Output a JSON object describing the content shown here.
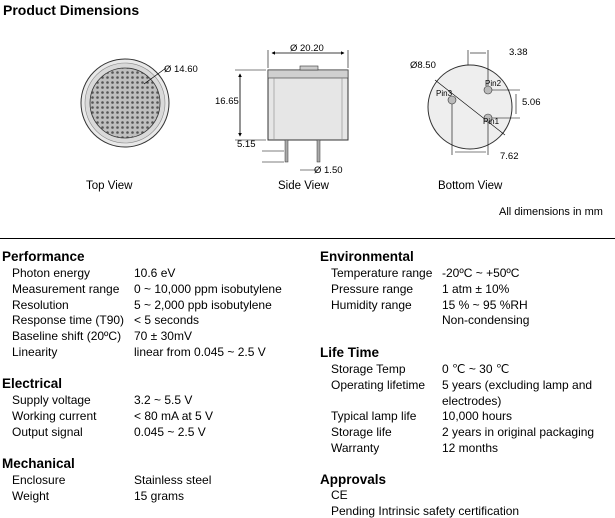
{
  "header": {
    "title": "Product Dimensions"
  },
  "drawings": {
    "top_view": {
      "caption": "Top View",
      "diameter": "Ø 14.60"
    },
    "side_view": {
      "caption": "Side View",
      "width": "Ø 20.20",
      "height": "16.65",
      "pin_length": "5.15",
      "pin_diameter": "Ø 1.50"
    },
    "bottom_view": {
      "caption": "Bottom View",
      "diameter": "Ø8.50",
      "dim_a": "3.38",
      "dim_b": "5.06",
      "dim_c": "7.62",
      "pin1": "Pin1",
      "pin2": "Pin2",
      "pin3": "Pin3"
    },
    "note": "All dimensions in mm"
  },
  "performance": {
    "title": "Performance",
    "rows": [
      {
        "label": "Photon energy",
        "value": "10.6 eV"
      },
      {
        "label": "Measurement range",
        "value": "0 ~ 10,000 ppm isobutylene"
      },
      {
        "label": "Resolution",
        "value": "5 ~ 2,000 ppb isobutylene"
      },
      {
        "label": "Response time (T90)",
        "value": "< 5 seconds"
      },
      {
        "label": "Baseline shift (20ºC)",
        "value": "70 ± 30mV"
      },
      {
        "label": "Linearity",
        "value": "linear from 0.045 ~ 2.5 V"
      }
    ]
  },
  "electrical": {
    "title": "Electrical",
    "rows": [
      {
        "label": "Supply voltage",
        "value": "3.2 ~ 5.5 V"
      },
      {
        "label": "Working current",
        "value": "< 80 mA at 5 V"
      },
      {
        "label": "Output signal",
        "value": "0.045 ~ 2.5 V"
      }
    ]
  },
  "mechanical": {
    "title": "Mechanical",
    "rows": [
      {
        "label": "Enclosure",
        "value": "Stainless steel"
      },
      {
        "label": "Weight",
        "value": "15 grams"
      }
    ]
  },
  "environmental": {
    "title": "Environmental",
    "rows": [
      {
        "label": "Temperature range",
        "value": "-20ºC ~ +50ºC"
      },
      {
        "label": "Pressure range",
        "value": "1 atm ± 10%"
      },
      {
        "label": "Humidity range",
        "value": "15 % ~ 95 %RH"
      },
      {
        "label": "",
        "value": "Non-condensing"
      }
    ]
  },
  "life_time": {
    "title": "Life Time",
    "rows": [
      {
        "label": "Storage Temp",
        "value": "0 ℃ ~ 30 ℃"
      },
      {
        "label": "Operating lifetime",
        "value": "5 years (excluding lamp and"
      },
      {
        "label": "",
        "value": "electrodes)"
      },
      {
        "label": "Typical lamp life",
        "value": "10,000 hours"
      },
      {
        "label": "Storage life",
        "value": "2 years in original packaging"
      },
      {
        "label": "Warranty",
        "value": "12 months"
      }
    ]
  },
  "approvals": {
    "title": "Approvals",
    "rows": [
      {
        "label": "CE",
        "value": ""
      },
      {
        "label": "Pending Intrinsic safety certification",
        "value": ""
      }
    ]
  }
}
